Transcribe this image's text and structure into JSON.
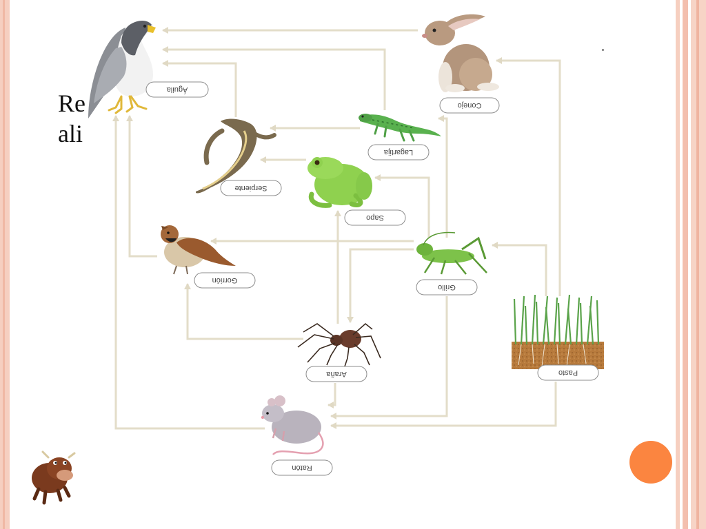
{
  "slide": {
    "title_line1": "Re",
    "title_line2": "ali"
  },
  "labels": {
    "aguila": "Águila",
    "conejo": "Conejo",
    "lagartija": "Lagartija",
    "serpiente": "Serpiente",
    "sapo": "Sapo",
    "gorrion": "Gorrión",
    "grillo": "Grillo",
    "arana": "Araña",
    "pasto": "Pasto",
    "raton": "Ratón"
  },
  "colors": {
    "arrow": "#e3ddc9",
    "accent_dot": "#fb8540",
    "frame": "#f6cfc0"
  }
}
